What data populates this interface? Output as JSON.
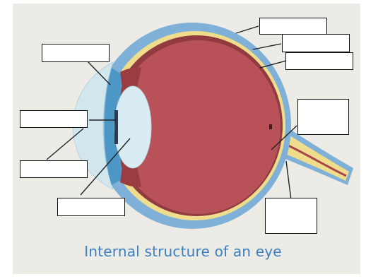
{
  "caption": "Internal structure of an eye",
  "colors": {
    "paper": "#ecebe6",
    "sclera_blue": "#7fb0d8",
    "choroid_yellow": "#f0dd8c",
    "retina_red": "#a8454a",
    "vitreous": "#b85258",
    "lens": "#d9ecf3",
    "cornea": "#d2e6ee",
    "caption_blue": "#3a7fc1",
    "leader_line": "#222222"
  },
  "label_boxes": [
    {
      "id": "top-right-1",
      "text": ""
    },
    {
      "id": "top-right-2",
      "text": ""
    },
    {
      "id": "top-right-3",
      "text": ""
    },
    {
      "id": "right-middle",
      "text": ""
    },
    {
      "id": "bottom-right",
      "text": ""
    },
    {
      "id": "top-left",
      "text": ""
    },
    {
      "id": "middle-left",
      "text": ""
    },
    {
      "id": "lower-left",
      "text": ""
    },
    {
      "id": "bottom-left",
      "text": ""
    }
  ]
}
